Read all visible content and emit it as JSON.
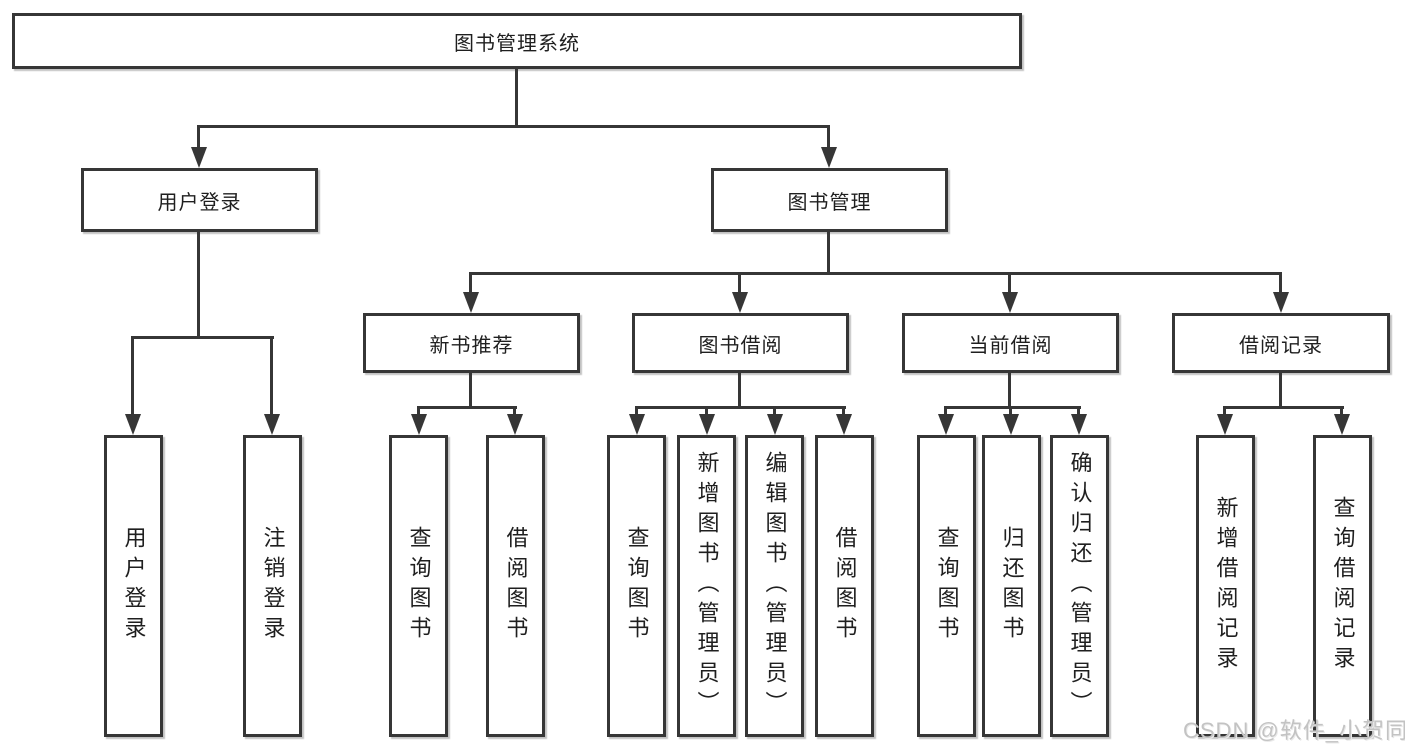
{
  "nodes": {
    "root": {
      "label": "图书管理系统"
    },
    "level2": [
      {
        "label": "用户登录"
      },
      {
        "label": "图书管理"
      }
    ],
    "level3": [
      {
        "label": "新书推荐"
      },
      {
        "label": "图书借阅"
      },
      {
        "label": "当前借阅"
      },
      {
        "label": "借阅记录"
      }
    ],
    "leaves": [
      {
        "label": "用户登录",
        "parent": "用户登录"
      },
      {
        "label": "注销登录",
        "parent": "用户登录"
      },
      {
        "label": "查询图书",
        "parent": "新书推荐"
      },
      {
        "label": "借阅图书",
        "parent": "新书推荐"
      },
      {
        "label": "查询图书",
        "parent": "图书借阅"
      },
      {
        "label": "新增图书（管理员）",
        "parent": "图书借阅"
      },
      {
        "label": "编辑图书（管理员）",
        "parent": "图书借阅"
      },
      {
        "label": "借阅图书",
        "parent": "图书借阅"
      },
      {
        "label": "查询图书",
        "parent": "当前借阅"
      },
      {
        "label": "归还图书",
        "parent": "当前借阅"
      },
      {
        "label": "确认归还（管理员）",
        "parent": "当前借阅"
      },
      {
        "label": "新增借阅记录",
        "parent": "借阅记录"
      },
      {
        "label": "查询借阅记录",
        "parent": "借阅记录"
      }
    ]
  },
  "watermark": {
    "text": "CSDN @软件_小贺同学"
  },
  "colors": {
    "line": "#363636",
    "box_border": "#363636",
    "box_fill": "#ffffff",
    "text": "#1f1f1f",
    "watermark": "#c3c3c3",
    "background": "#ffffff"
  }
}
